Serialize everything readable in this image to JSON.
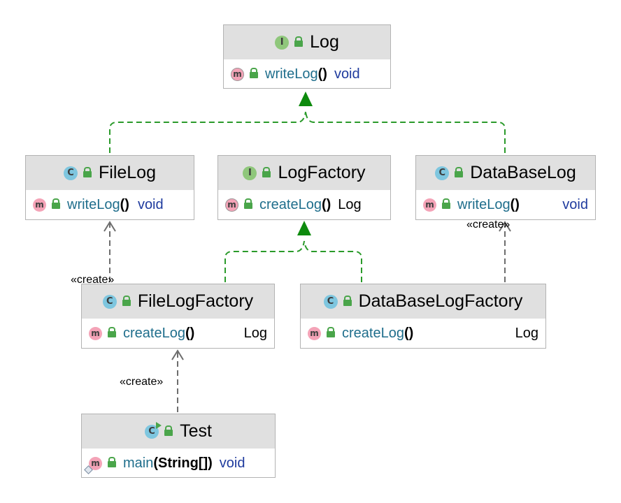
{
  "classes": {
    "log": {
      "kind": "I",
      "name": "Log",
      "method": {
        "kind": "m",
        "name": "writeLog",
        "parens": "()",
        "returns": "void"
      }
    },
    "filelog": {
      "kind": "C",
      "name": "FileLog",
      "method": {
        "kind": "m",
        "name": "writeLog",
        "parens": "()",
        "returns": "void"
      }
    },
    "logfactory": {
      "kind": "I",
      "name": "LogFactory",
      "method": {
        "kind": "m",
        "name": "createLog",
        "parens": "()",
        "returns": "Log"
      }
    },
    "databaselog": {
      "kind": "C",
      "name": "DataBaseLog",
      "method": {
        "kind": "m",
        "name": "writeLog",
        "parens": "()",
        "returns": "void"
      }
    },
    "filelogfactory": {
      "kind": "C",
      "name": "FileLogFactory",
      "method": {
        "kind": "m",
        "name": "createLog",
        "parens": "()",
        "returns": "Log"
      }
    },
    "databaselogfactory": {
      "kind": "C",
      "name": "DataBaseLogFactory",
      "method": {
        "kind": "m",
        "name": "createLog",
        "parens": "()",
        "returns": "Log"
      }
    },
    "test": {
      "kind": "C",
      "name": "Test",
      "method": {
        "kind": "m",
        "name": "main",
        "params": "(String[])",
        "returns": "void"
      }
    }
  },
  "stereotypes": {
    "create_filelog": "«create»",
    "create_databaselog": "«create»",
    "create_test": "«create»"
  },
  "colors": {
    "realization": "#2a9a2a",
    "dependency": "#6d6d6d",
    "header": "#e0e0e0",
    "class_icon": "#7ec6df",
    "interface_icon": "#8fc77b",
    "method_icon": "#f4a3b7"
  }
}
